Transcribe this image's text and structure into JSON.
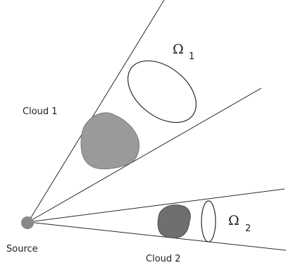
{
  "labels": {
    "cloud1": "Cloud 1",
    "cloud2": "Cloud 2",
    "source": "Source",
    "omega_symbol": "Ω",
    "omega1_sub": "1",
    "omega2_sub": "2"
  },
  "colors": {
    "line": "#2a2a2a",
    "cloud1_fill": "#9a9a9a",
    "cloud2_fill": "#6f6f6f",
    "source_fill": "#888888"
  }
}
